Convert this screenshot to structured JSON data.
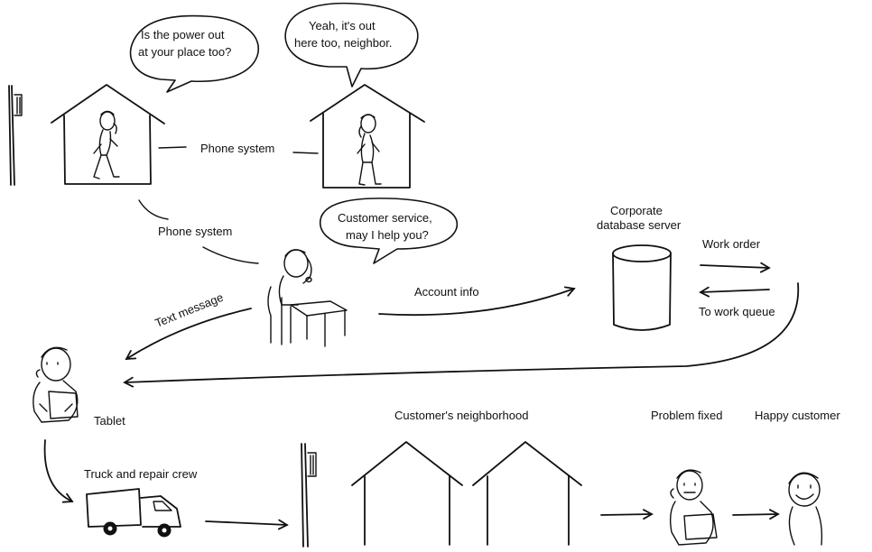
{
  "bubbles": {
    "left_line1": "Is the power out",
    "left_line2": "at your place too?",
    "right_line1": "Yeah, it's out",
    "right_line2": "here too, neighbor.",
    "agent_line1": "Customer service,",
    "agent_line2": "may I help you?"
  },
  "labels": {
    "phone_system_top": "Phone system",
    "phone_system_left": "Phone system",
    "text_message": "Text message",
    "account_info": "Account info",
    "db_line1": "Corporate",
    "db_line2": "database server",
    "work_order": "Work order",
    "to_work_queue": "To work queue",
    "tablet": "Tablet",
    "truck_crew": "Truck and repair crew",
    "neighborhood": "Customer's neighborhood",
    "problem_fixed": "Problem fixed",
    "happy_customer": "Happy customer"
  }
}
